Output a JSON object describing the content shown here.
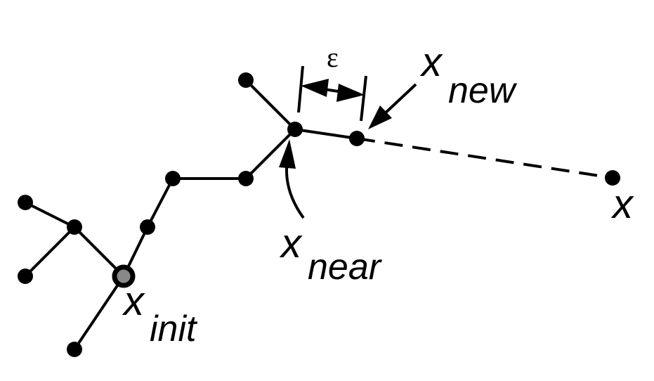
{
  "labels": {
    "epsilon": "ε",
    "x_new_main": "x",
    "x_new_sub": "new",
    "x_near_main": "x",
    "x_near_sub": "near",
    "x_init_main": "x",
    "x_init_sub": "init",
    "x_target": "x"
  },
  "colors": {
    "ink": "#000000",
    "root_fill": "#888888",
    "background": "#ffffff"
  }
}
